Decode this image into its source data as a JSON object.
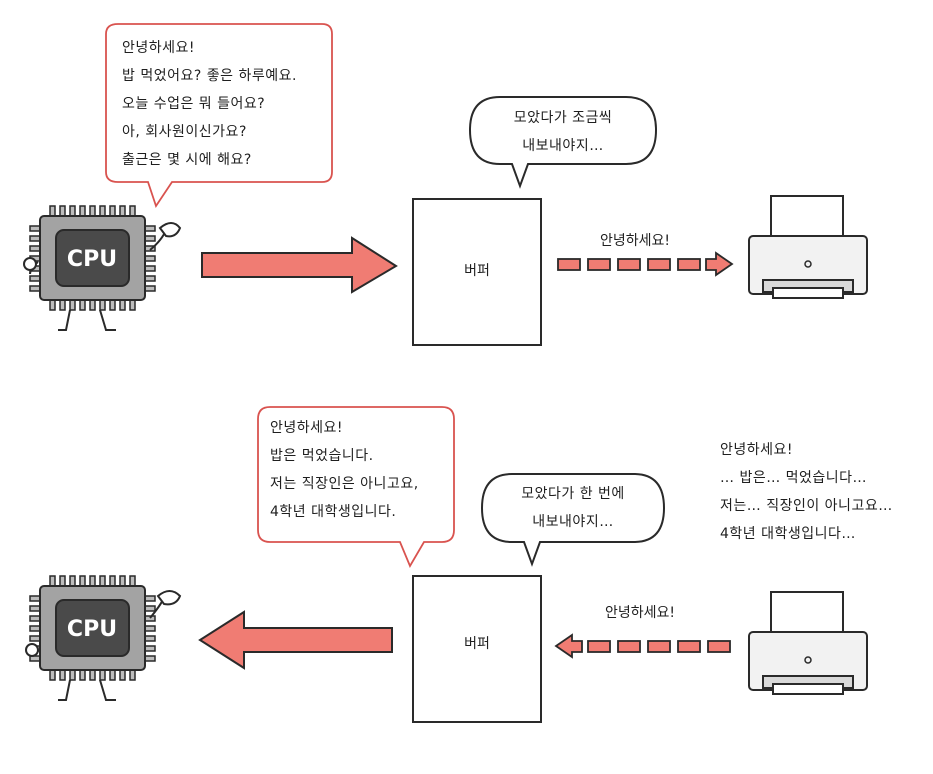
{
  "top": {
    "cpu_label": "CPU",
    "cpu_bubble_lines": [
      "안녕하세요!",
      "밥 먹었어요? 좋은 하루예요.",
      "오늘 수업은 뭐 들어요?",
      "아, 회사원이신가요?",
      "출근은 몇 시에 해요?"
    ],
    "buffer_label": "버퍼",
    "buffer_bubble_lines": [
      "모았다가 조금씩",
      "내보내야지…"
    ],
    "flow_label": "안녕하세요!"
  },
  "bottom": {
    "cpu_label": "CPU",
    "cpu_bubble_lines": [
      "안녕하세요!",
      "밥은 먹었습니다.",
      "저는 직장인은 아니고요,",
      "4학년 대학생입니다."
    ],
    "buffer_label": "버퍼",
    "buffer_bubble_lines": [
      "모았다가 한 번에",
      "내보내야지…"
    ],
    "flow_label": "안녕하세요!",
    "printer_text_lines": [
      "안녕하세요!",
      "… 밥은… 먹었습니다…",
      "저는… 직장인이 아니고요…",
      "4학년 대학생입니다…"
    ]
  },
  "colors": {
    "arrow_fill": "#f07c73",
    "bubble_red_border": "#d9534f",
    "cpu_body": "#9a9a9a",
    "cpu_core": "#4a4a4a"
  }
}
